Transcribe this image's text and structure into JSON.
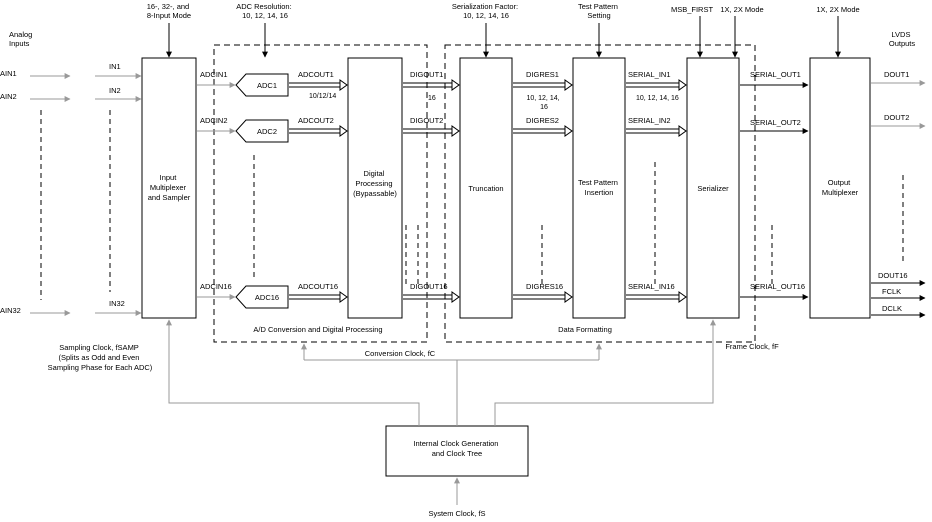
{
  "top_labels": {
    "input_mode": [
      "16-, 32-, and",
      "8-Input Mode"
    ],
    "adc_resolution": [
      "ADC Resolution:",
      "10, 12, 14, 16"
    ],
    "serialization_factor": [
      "Serialization Factor:",
      "10, 12, 14, 16"
    ],
    "test_pattern": [
      "Test Pattern",
      "Setting"
    ],
    "msb_first": "MSB_FIRST",
    "serializer_mode": "1X, 2X Mode",
    "output_mode": "1X, 2X Mode"
  },
  "side_labels": {
    "analog_inputs": [
      "Analog",
      "Inputs"
    ],
    "lvds_outputs": [
      "LVDS",
      "Outputs"
    ]
  },
  "analog_inputs": [
    "AIN1",
    "AIN2",
    "AIN32"
  ],
  "mux_inputs": [
    "IN1",
    "IN2",
    "IN32"
  ],
  "adc_inputs": [
    "ADCIN1",
    "ADCIN2",
    "ADCIN16"
  ],
  "adcs": [
    "ADC1",
    "ADC2",
    "ADC16"
  ],
  "adc_outputs": [
    "ADCOUT1",
    "ADCOUT2",
    "ADCOUT16"
  ],
  "adc_bits": "10/12/14",
  "digital_outputs": [
    "DIGOUT1",
    "DIGOUT2",
    "DIGOUT16"
  ],
  "digout_bits": "16",
  "digres": [
    "DIGRES1",
    "DIGRES2",
    "DIGRES16"
  ],
  "digres_bits": [
    "10, 12, 14,",
    "16"
  ],
  "serial_inputs": [
    "SERIAL_IN1",
    "SERIAL_IN2",
    "SERIAL_IN16"
  ],
  "serial_bits": "10, 12, 14, 16",
  "serial_outputs": [
    "SERIAL_OUT1",
    "SERIAL_OUT2",
    "SERIAL_OUT16"
  ],
  "lvds_outputs": [
    "DOUT1",
    "DOUT2",
    "DOUT16",
    "FCLK",
    "DCLK"
  ],
  "blocks": {
    "input_mux": [
      "Input",
      "Multiplexer",
      "and Sampler"
    ],
    "digital_processing": [
      "Digital",
      "Processing",
      "",
      "(Bypassable)"
    ],
    "truncation": [
      "Truncation"
    ],
    "test_pattern_insertion": [
      "Test Pattern",
      "Insertion"
    ],
    "serializer": [
      "Serializer"
    ],
    "output_mux": [
      "Output",
      "Multiplexer"
    ],
    "clock_gen": [
      "Internal Clock Generation",
      "and Clock Tree"
    ]
  },
  "groups": {
    "adc_group": "A/D Conversion and Digital Processing",
    "formatting_group": "Data Formatting"
  },
  "clocks": {
    "sampling": [
      "Sampling Clock, fSAMP",
      "(Splits as Odd and Even",
      "Sampling Phase for Each ADC)"
    ],
    "conversion": "Conversion Clock, fC",
    "frame": "Frame Clock, fF",
    "system": "System Clock, fS"
  },
  "colors": {
    "line": "#000000",
    "clock_line": "#999999"
  }
}
